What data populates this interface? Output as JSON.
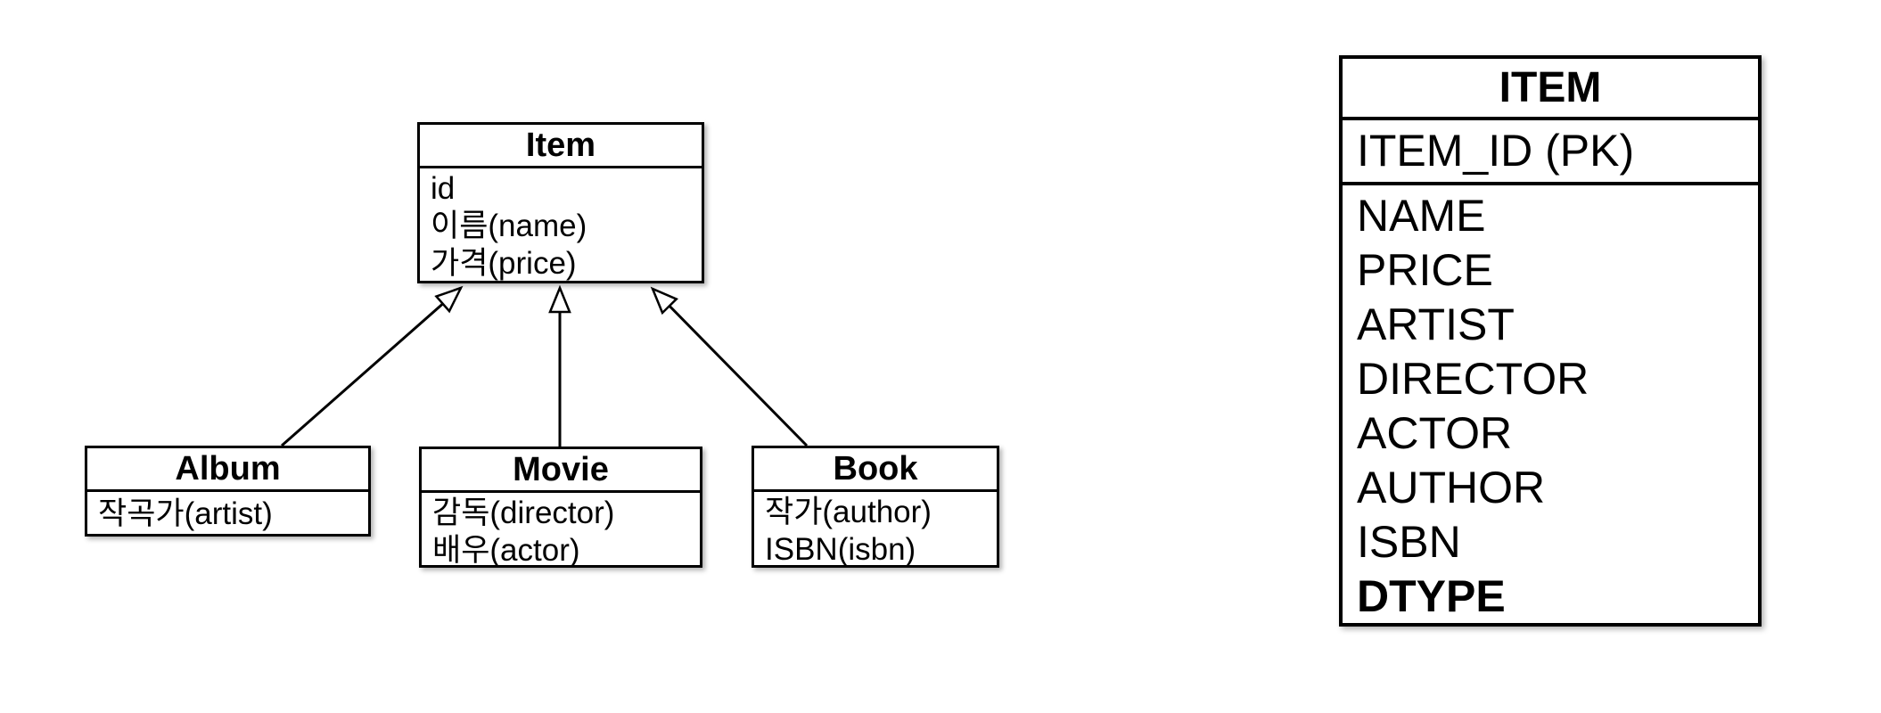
{
  "diagram": {
    "classes": [
      {
        "name": "Item",
        "fields": [
          "id",
          "이름(name)",
          "가격(price)"
        ]
      },
      {
        "name": "Album",
        "fields": [
          "작곡가(artist)"
        ]
      },
      {
        "name": "Movie",
        "fields": [
          "감독(director)",
          "배우(actor)"
        ]
      },
      {
        "name": "Book",
        "fields": [
          "작가(author)",
          "ISBN(isbn)"
        ]
      }
    ],
    "relations": [
      {
        "from": "Album",
        "to": "Item",
        "type": "generalization"
      },
      {
        "from": "Movie",
        "to": "Item",
        "type": "generalization"
      },
      {
        "from": "Book",
        "to": "Item",
        "type": "generalization"
      }
    ]
  },
  "erd": {
    "table_name": "ITEM",
    "primary_key": "ITEM_ID (PK)",
    "columns": [
      "NAME",
      "PRICE",
      "ARTIST",
      "DIRECTOR",
      "ACTOR",
      "AUTHOR",
      "ISBN",
      "DTYPE"
    ]
  },
  "colors": {
    "line": "#000000",
    "fill": "#ffffff",
    "background": "#ffffff"
  }
}
